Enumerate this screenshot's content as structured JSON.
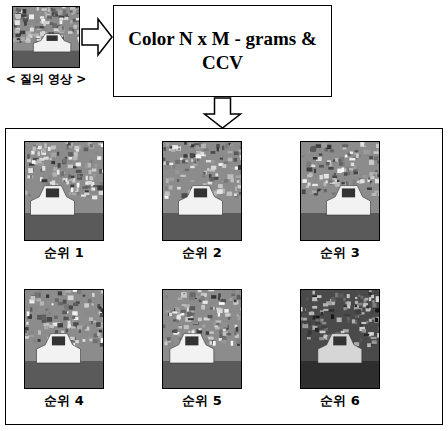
{
  "diagram": {
    "nodes": [
      {
        "text": [
          "< 질의 영상 >"
        ]
      },
      {
        "text": [
          "Color N x M - grams & CCV"
        ]
      },
      {
        "text": []
      },
      {
        "text": [
          "순위 1"
        ],
        "in": 2
      },
      {
        "text": [
          "순위 2"
        ],
        "in": 2
      },
      {
        "text": [
          "순위 3"
        ],
        "in": 2
      },
      {
        "text": [
          "순위 4"
        ],
        "in": 2
      },
      {
        "text": [
          "순위 5"
        ],
        "in": 2
      },
      {
        "text": [
          "순위 6"
        ],
        "in": 2
      }
    ],
    "edges": [
      {
        "from": 0,
        "to": 1,
        "arrow": "to"
      },
      {
        "from": 1,
        "to": 2,
        "arrow": "to"
      }
    ]
  }
}
